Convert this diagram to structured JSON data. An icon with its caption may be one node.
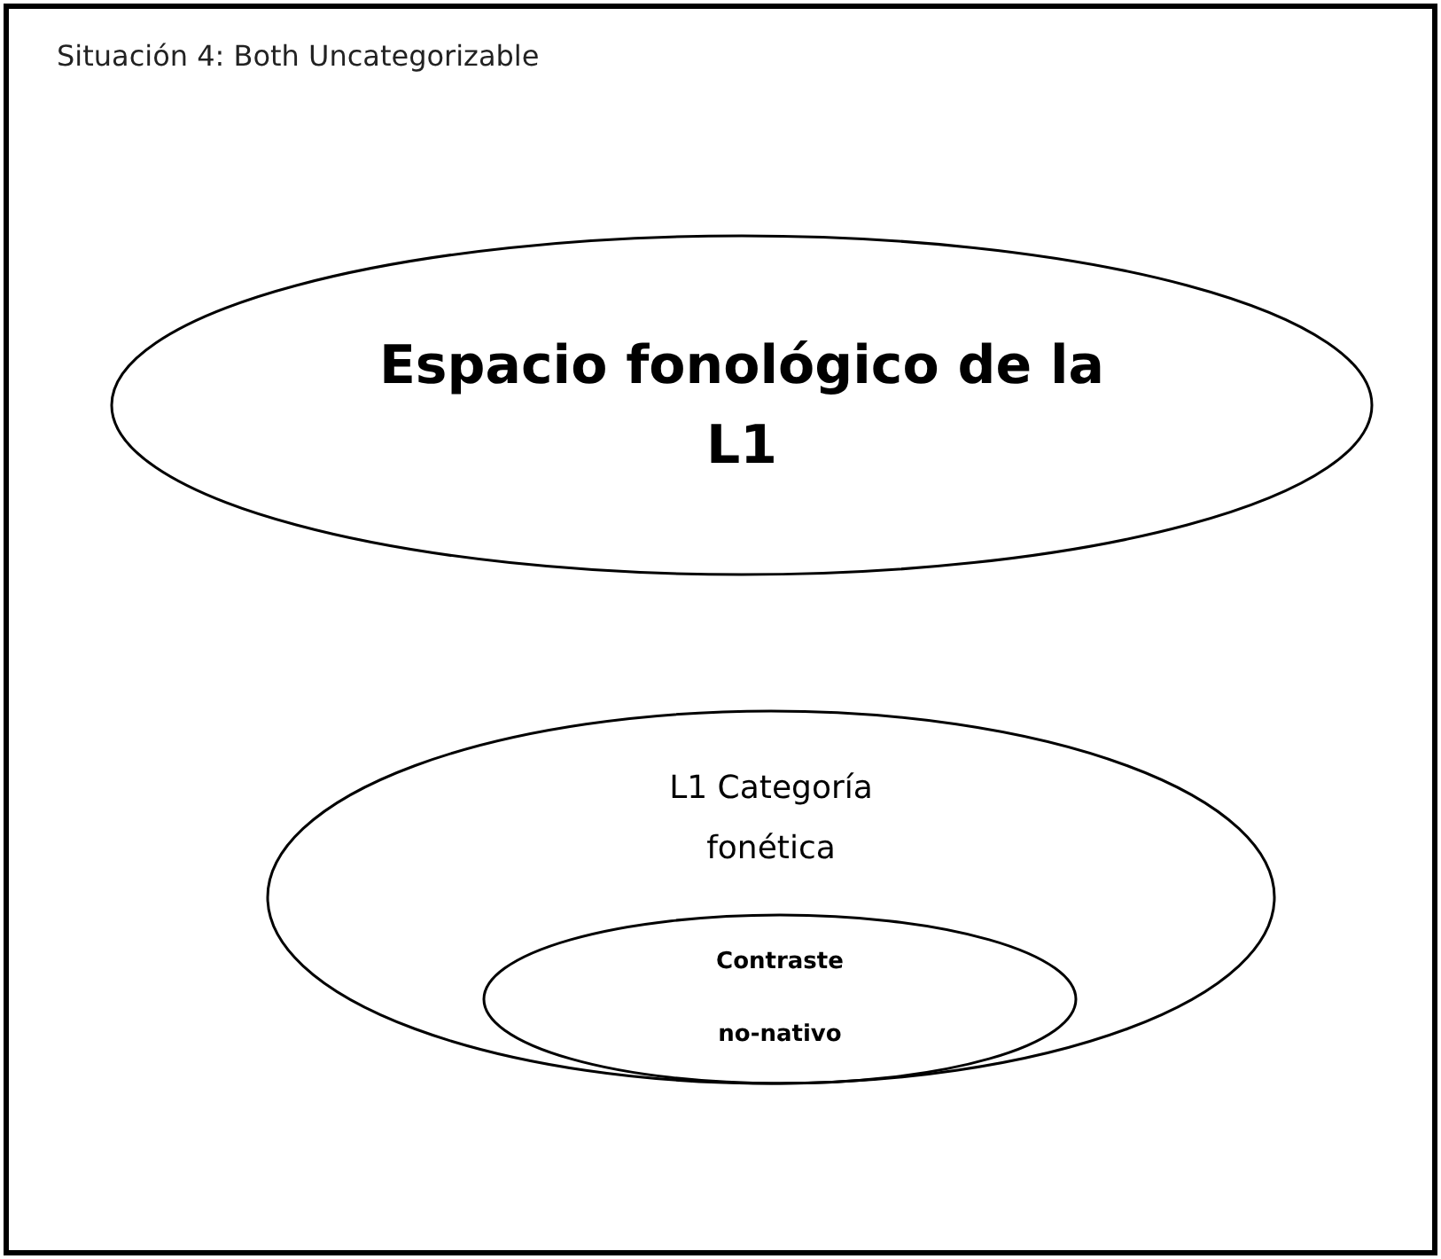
{
  "diagram": {
    "title": "Situación 4: Both Uncategorizable",
    "nodes": [
      {
        "text": [
          "Espacio fonológico de la L1"
        ]
      },
      {
        "text": [
          "L1 Categoría fonética"
        ]
      },
      {
        "text": [
          "Contraste no-nativo"
        ],
        "in": 1
      }
    ],
    "edges": []
  }
}
